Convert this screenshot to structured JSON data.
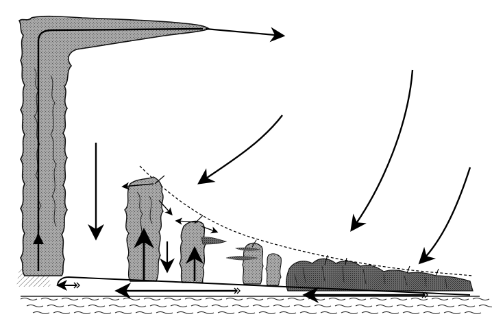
{
  "colors": {
    "background": "#ffffff",
    "cloud_fill": "#a7a7a7",
    "cloud_fill_dark": "#5f5f5f",
    "cloud_outline": "#111111",
    "arrow": "#000000",
    "sea_line": "#222222"
  },
  "diagram": {
    "components": [
      "tall-cumulonimbus-tower",
      "anvil-outflow",
      "medium-cumulus-clouds",
      "low-stratocumulus-layer",
      "subsidence-arrows",
      "surface-return-flow",
      "sea-surface",
      "inversion-dashed-line"
    ]
  }
}
